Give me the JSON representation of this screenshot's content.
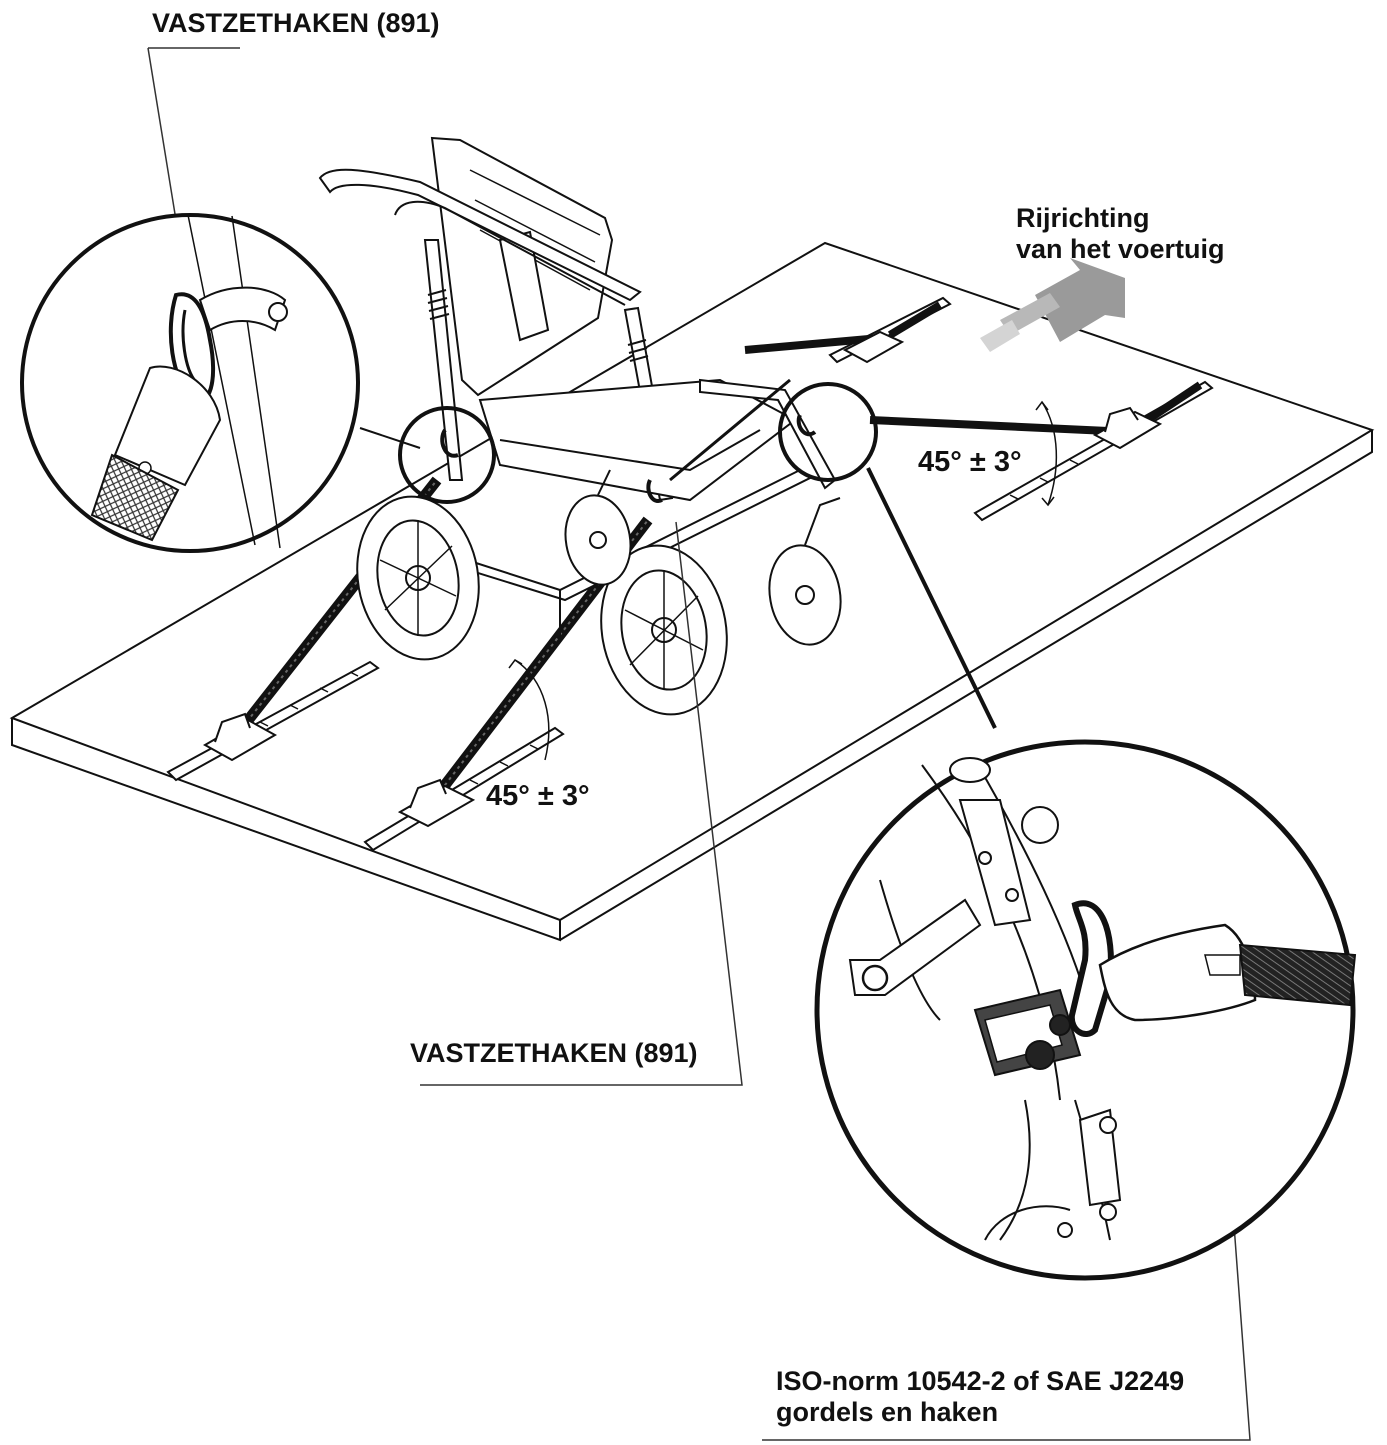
{
  "labels": {
    "hooks_top": "VASTZETHAKEN (891)",
    "hooks_bottom": "VASTZETHAKEN (891)",
    "direction_line1": "Rijrichting",
    "direction_line2": "van het voertuig",
    "angle_right": "45° ± 3°",
    "angle_left": "45° ± 3°",
    "standard_line1": "ISO-norm 10542-2 of SAE J2249",
    "standard_line2": "gordels en haken"
  },
  "colors": {
    "ink": "#111111",
    "arrow_gray": "#9a9a9a",
    "background": "#ffffff"
  }
}
